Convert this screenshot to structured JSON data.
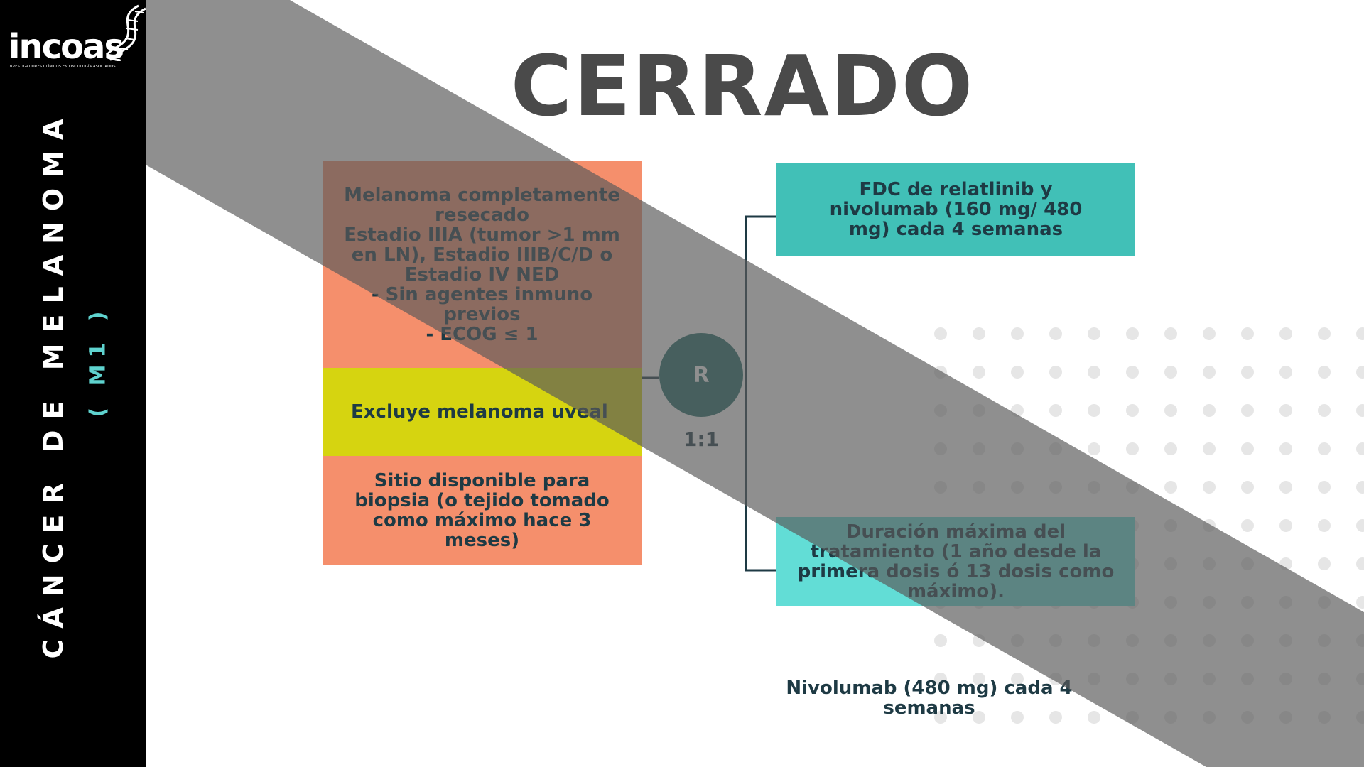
{
  "sidebar": {
    "logo_text": "incoas",
    "logo_subtitle": "INVESTIGADORES CLÍNICOS EN ONCOLOGÍA ASOCIADOS",
    "vertical_title": "CÁNCER DE MELANOMA",
    "vertical_subtitle": "( M1 )"
  },
  "title": "CERRADO",
  "criteria": {
    "inclusion": "Melanoma completamente resecado\nEstadio IIIA (tumor >1 mm en LN), Estadio IIIB/C/D o Estadio IV NED\n- Sin agentes inmuno previos\n- ECOG ≤ 1",
    "exclusion": "Excluye melanoma uveal",
    "biopsy": "Sitio disponible para biopsia (o tejido tomado como máximo hace 3 meses)"
  },
  "randomization": {
    "label": "R",
    "ratio": "1:1"
  },
  "arms": {
    "arm1": "FDC de relatlinib y nivolumab (160 mg/ 480 mg) cada 4 semanas",
    "duration": "Duración máxima del tratamiento (1 año desde la primera dosis ó 13 dosis como máximo).",
    "arm2": "Nivolumab (480 mg) cada 4 semanas"
  },
  "colors": {
    "sidebar": "#000000",
    "accent": "#5fd3cf",
    "salmon": "#f58f6c",
    "yellow": "#d6d410",
    "teal": "#41c0b7",
    "light_teal": "#62ddd6",
    "circle": "#216a66",
    "overlay": "#5a5a5a"
  }
}
